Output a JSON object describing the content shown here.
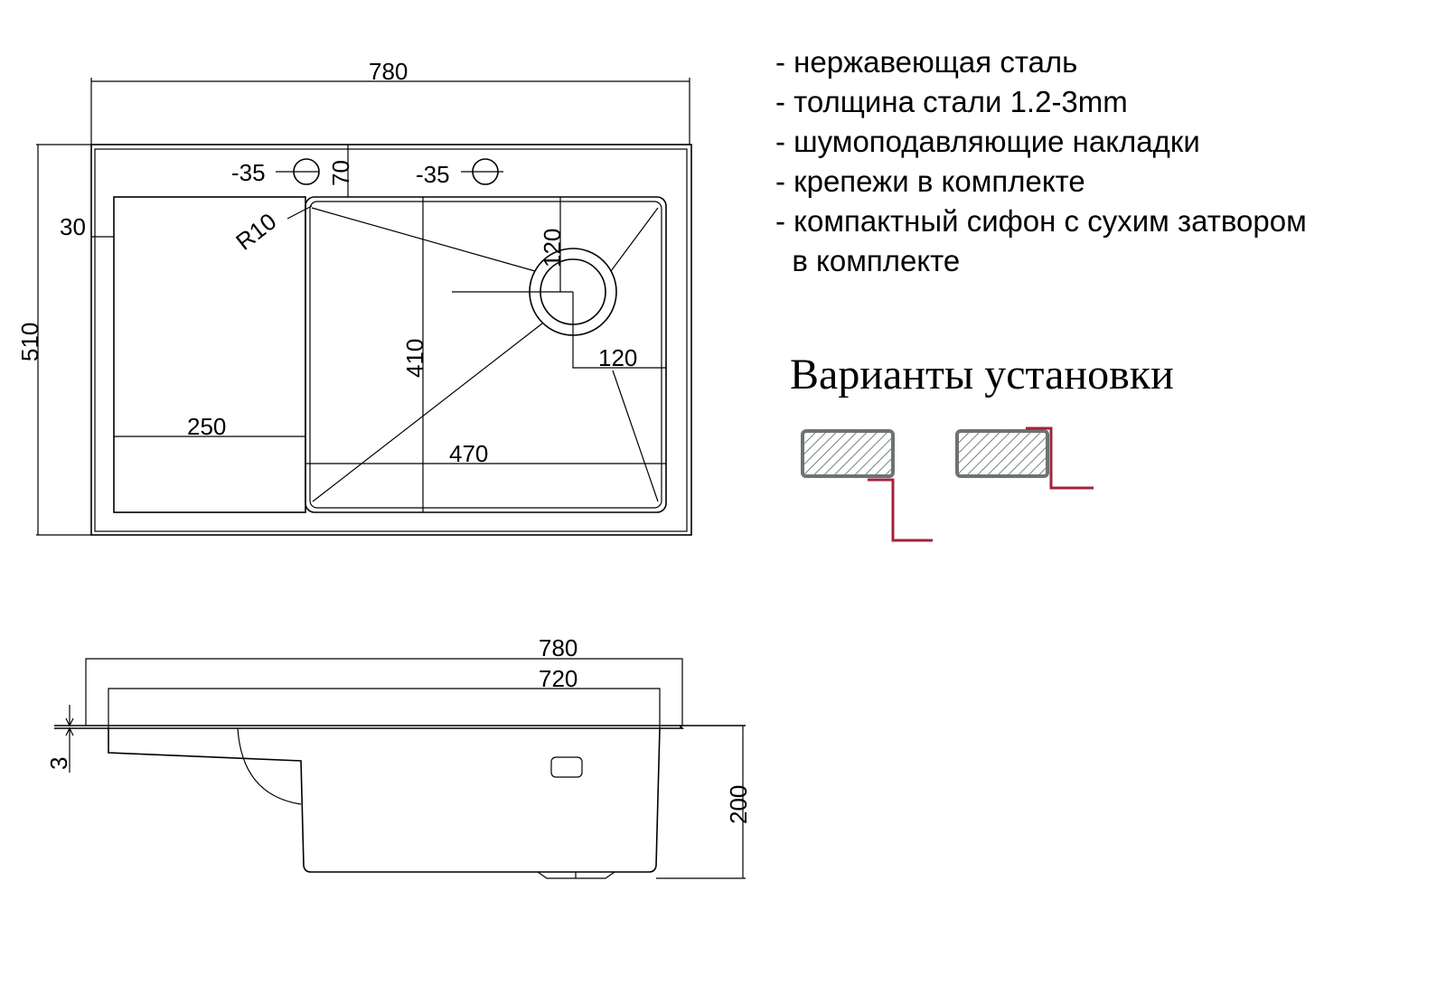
{
  "top_view": {
    "width_label": "780",
    "height_label": "510",
    "hole_left_label": "-35",
    "hole_right_label": "-35",
    "hole_offset_label": "70",
    "rim_label": "30",
    "radius_label": "R10",
    "drain_vertical_label": "120",
    "drain_horizontal_label": "120",
    "bowl_depth_label": "410",
    "drainboard_width_label": "250",
    "bowl_width_label": "470"
  },
  "side_view": {
    "overall_width_label": "780",
    "inner_width_label": "720",
    "thickness_label": "3",
    "depth_label": "200"
  },
  "features": [
    "- нержавеющая сталь",
    "- толщина стали 1.2-3mm",
    "- шумоподавляющие накладки",
    "- крепежи в комплекте",
    "- компактный сифон с сухим затвором",
    "  в комплекте"
  ],
  "install": {
    "title": "Варианты установки",
    "colors": {
      "countertop": "#6d7275",
      "sink_edge": "#a0243a"
    }
  }
}
